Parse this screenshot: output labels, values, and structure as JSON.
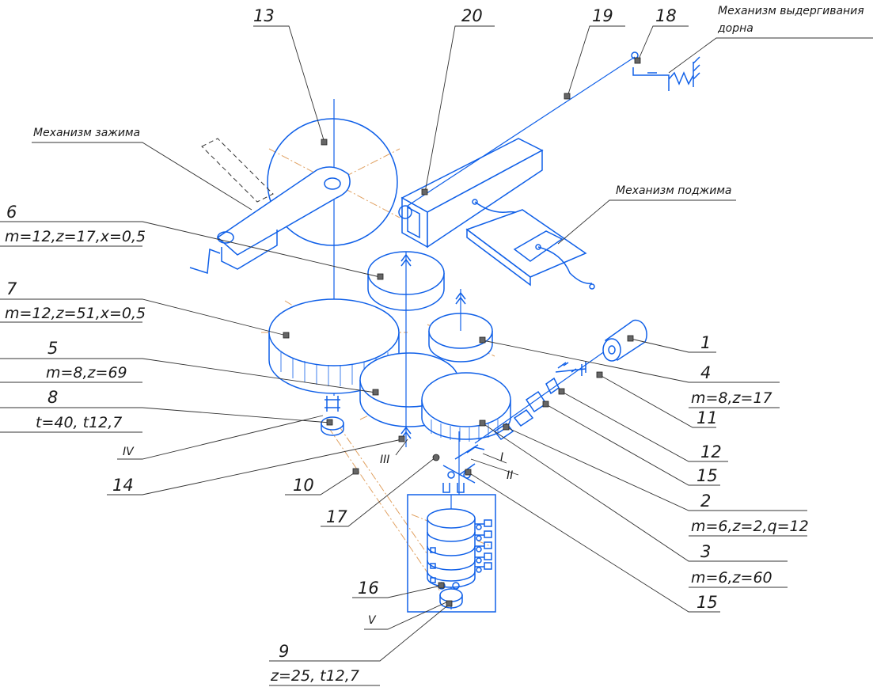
{
  "colors": {
    "mechanism": "#1060e8",
    "centerline": "#e0a060",
    "leader": "#333333",
    "text": "#1a1a1a"
  },
  "captions": {
    "clamp": "Механизм зажима",
    "mandrel_line1": "Механизм выдергивания",
    "mandrel_line2": "дорна",
    "press": "Механизм поджима"
  },
  "shafts": {
    "I": "I",
    "II": "II",
    "III": "III",
    "IV": "IV",
    "V": "V"
  },
  "parts": {
    "p1": {
      "num": "1"
    },
    "p2": {
      "num": "2",
      "spec": "m=6,z=2,q=12"
    },
    "p3": {
      "num": "3",
      "spec": "m=6,z=60"
    },
    "p4": {
      "num": "4",
      "spec": "m=8,z=17"
    },
    "p5": {
      "num": "5",
      "spec": "m=8,z=69"
    },
    "p6": {
      "num": "6",
      "spec": "m=12,z=17,x=0,5"
    },
    "p7": {
      "num": "7",
      "spec": "m=12,z=51,x=0,5"
    },
    "p8": {
      "num": "8",
      "spec": "t=40, t12,7"
    },
    "p9": {
      "num": "9",
      "spec": "z=25, t12,7"
    },
    "p10": {
      "num": "10"
    },
    "p11": {
      "num": "11"
    },
    "p12": {
      "num": "12"
    },
    "p13": {
      "num": "13"
    },
    "p14": {
      "num": "14"
    },
    "p15a": {
      "num": "15"
    },
    "p15b": {
      "num": "15"
    },
    "p16": {
      "num": "16"
    },
    "p17": {
      "num": "17"
    },
    "p18": {
      "num": "18"
    },
    "p19": {
      "num": "19"
    },
    "p20": {
      "num": "20"
    }
  }
}
